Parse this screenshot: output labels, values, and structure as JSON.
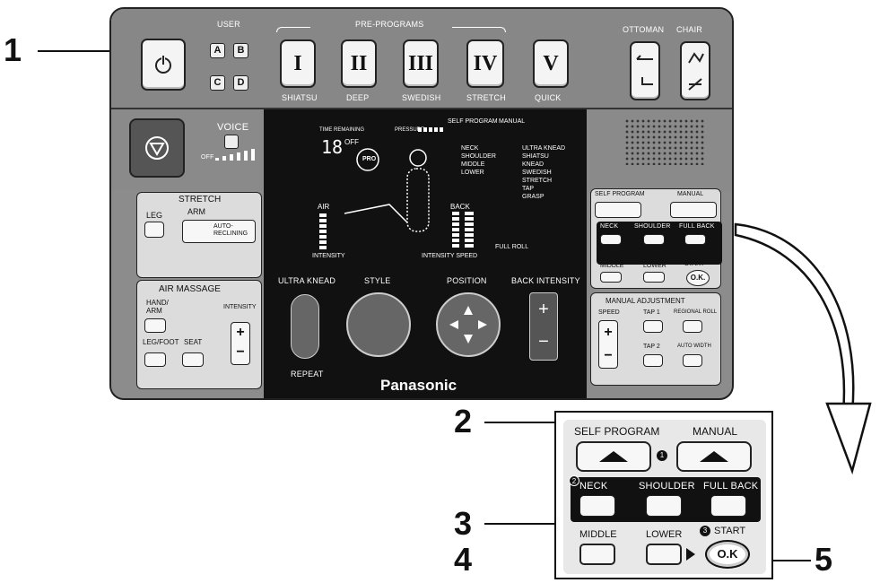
{
  "callouts": [
    "1",
    "2",
    "3",
    "4",
    "5"
  ],
  "top": {
    "user_label": "USER",
    "user_buttons": [
      "A",
      "B",
      "C",
      "D"
    ],
    "preprograms_label": "PRE-PROGRAMS",
    "programs": [
      {
        "numeral": "I",
        "name": "SHIATSU"
      },
      {
        "numeral": "II",
        "name": "DEEP"
      },
      {
        "numeral": "III",
        "name": "SWEDISH"
      },
      {
        "numeral": "IV",
        "name": "STRETCH"
      },
      {
        "numeral": "V",
        "name": "QUICK"
      }
    ],
    "ottoman_label": "OTTOMAN",
    "chair_label": "CHAIR"
  },
  "voice": {
    "label": "VOICE",
    "off": "OFF"
  },
  "display": {
    "time_remaining": "TIME REMAINING",
    "time_value": "18",
    "time_off": "OFF",
    "pressure": "PRESSURE",
    "self_program": "SELF PROGRAM",
    "manual": "MANUAL",
    "areas": [
      "NECK",
      "SHOULDER",
      "MIDDLE",
      "LOWER"
    ],
    "techniques": [
      "ULTRA KNEAD",
      "SHIATSU",
      "KNEAD",
      "SWEDISH",
      "STRETCH",
      "TAP",
      "GRASP"
    ],
    "air": "AIR",
    "back": "BACK",
    "intensity": "INTENSITY",
    "intensity_speed": "INTENSITY SPEED",
    "full_roll": "FULL ROLL",
    "pro": "PRO"
  },
  "stretch": {
    "title": "STRETCH",
    "leg": "LEG",
    "arm": "ARM",
    "auto_reclining": "AUTO-\nRECLINING"
  },
  "air_massage": {
    "title": "AIR MASSAGE",
    "hand_arm": "HAND/\nARM",
    "intensity": "INTENSITY",
    "leg_foot": "LEG/FOOT",
    "seat": "SEAT"
  },
  "controls": {
    "ultra_knead": "ULTRA KNEAD",
    "style": "STYLE",
    "position": "POSITION",
    "back_intensity": "BACK INTENSITY",
    "repeat": "REPEAT",
    "brand": "Panasonic"
  },
  "right_panel": {
    "self_program": "SELF PROGRAM",
    "manual": "MANUAL",
    "areas": [
      "NECK",
      "SHOULDER",
      "FULL BACK",
      "MIDDLE",
      "LOWER"
    ],
    "start": "START",
    "ok": "O.K.",
    "manual_adjustment": "MANUAL ADJUSTMENT",
    "speed": "SPEED",
    "tap1": "TAP 1",
    "regional_roll": "REGIONAL ROLL",
    "tap2": "TAP 2",
    "auto_width": "AUTO WIDTH"
  },
  "zoom": {
    "self_program": "SELF PROGRAM",
    "manual": "MANUAL",
    "areas": [
      "NECK",
      "SHOULDER",
      "FULL BACK",
      "MIDDLE",
      "LOWER"
    ],
    "start": "START",
    "ok": "O.K",
    "step_marks": [
      "1",
      "2",
      "3"
    ]
  }
}
